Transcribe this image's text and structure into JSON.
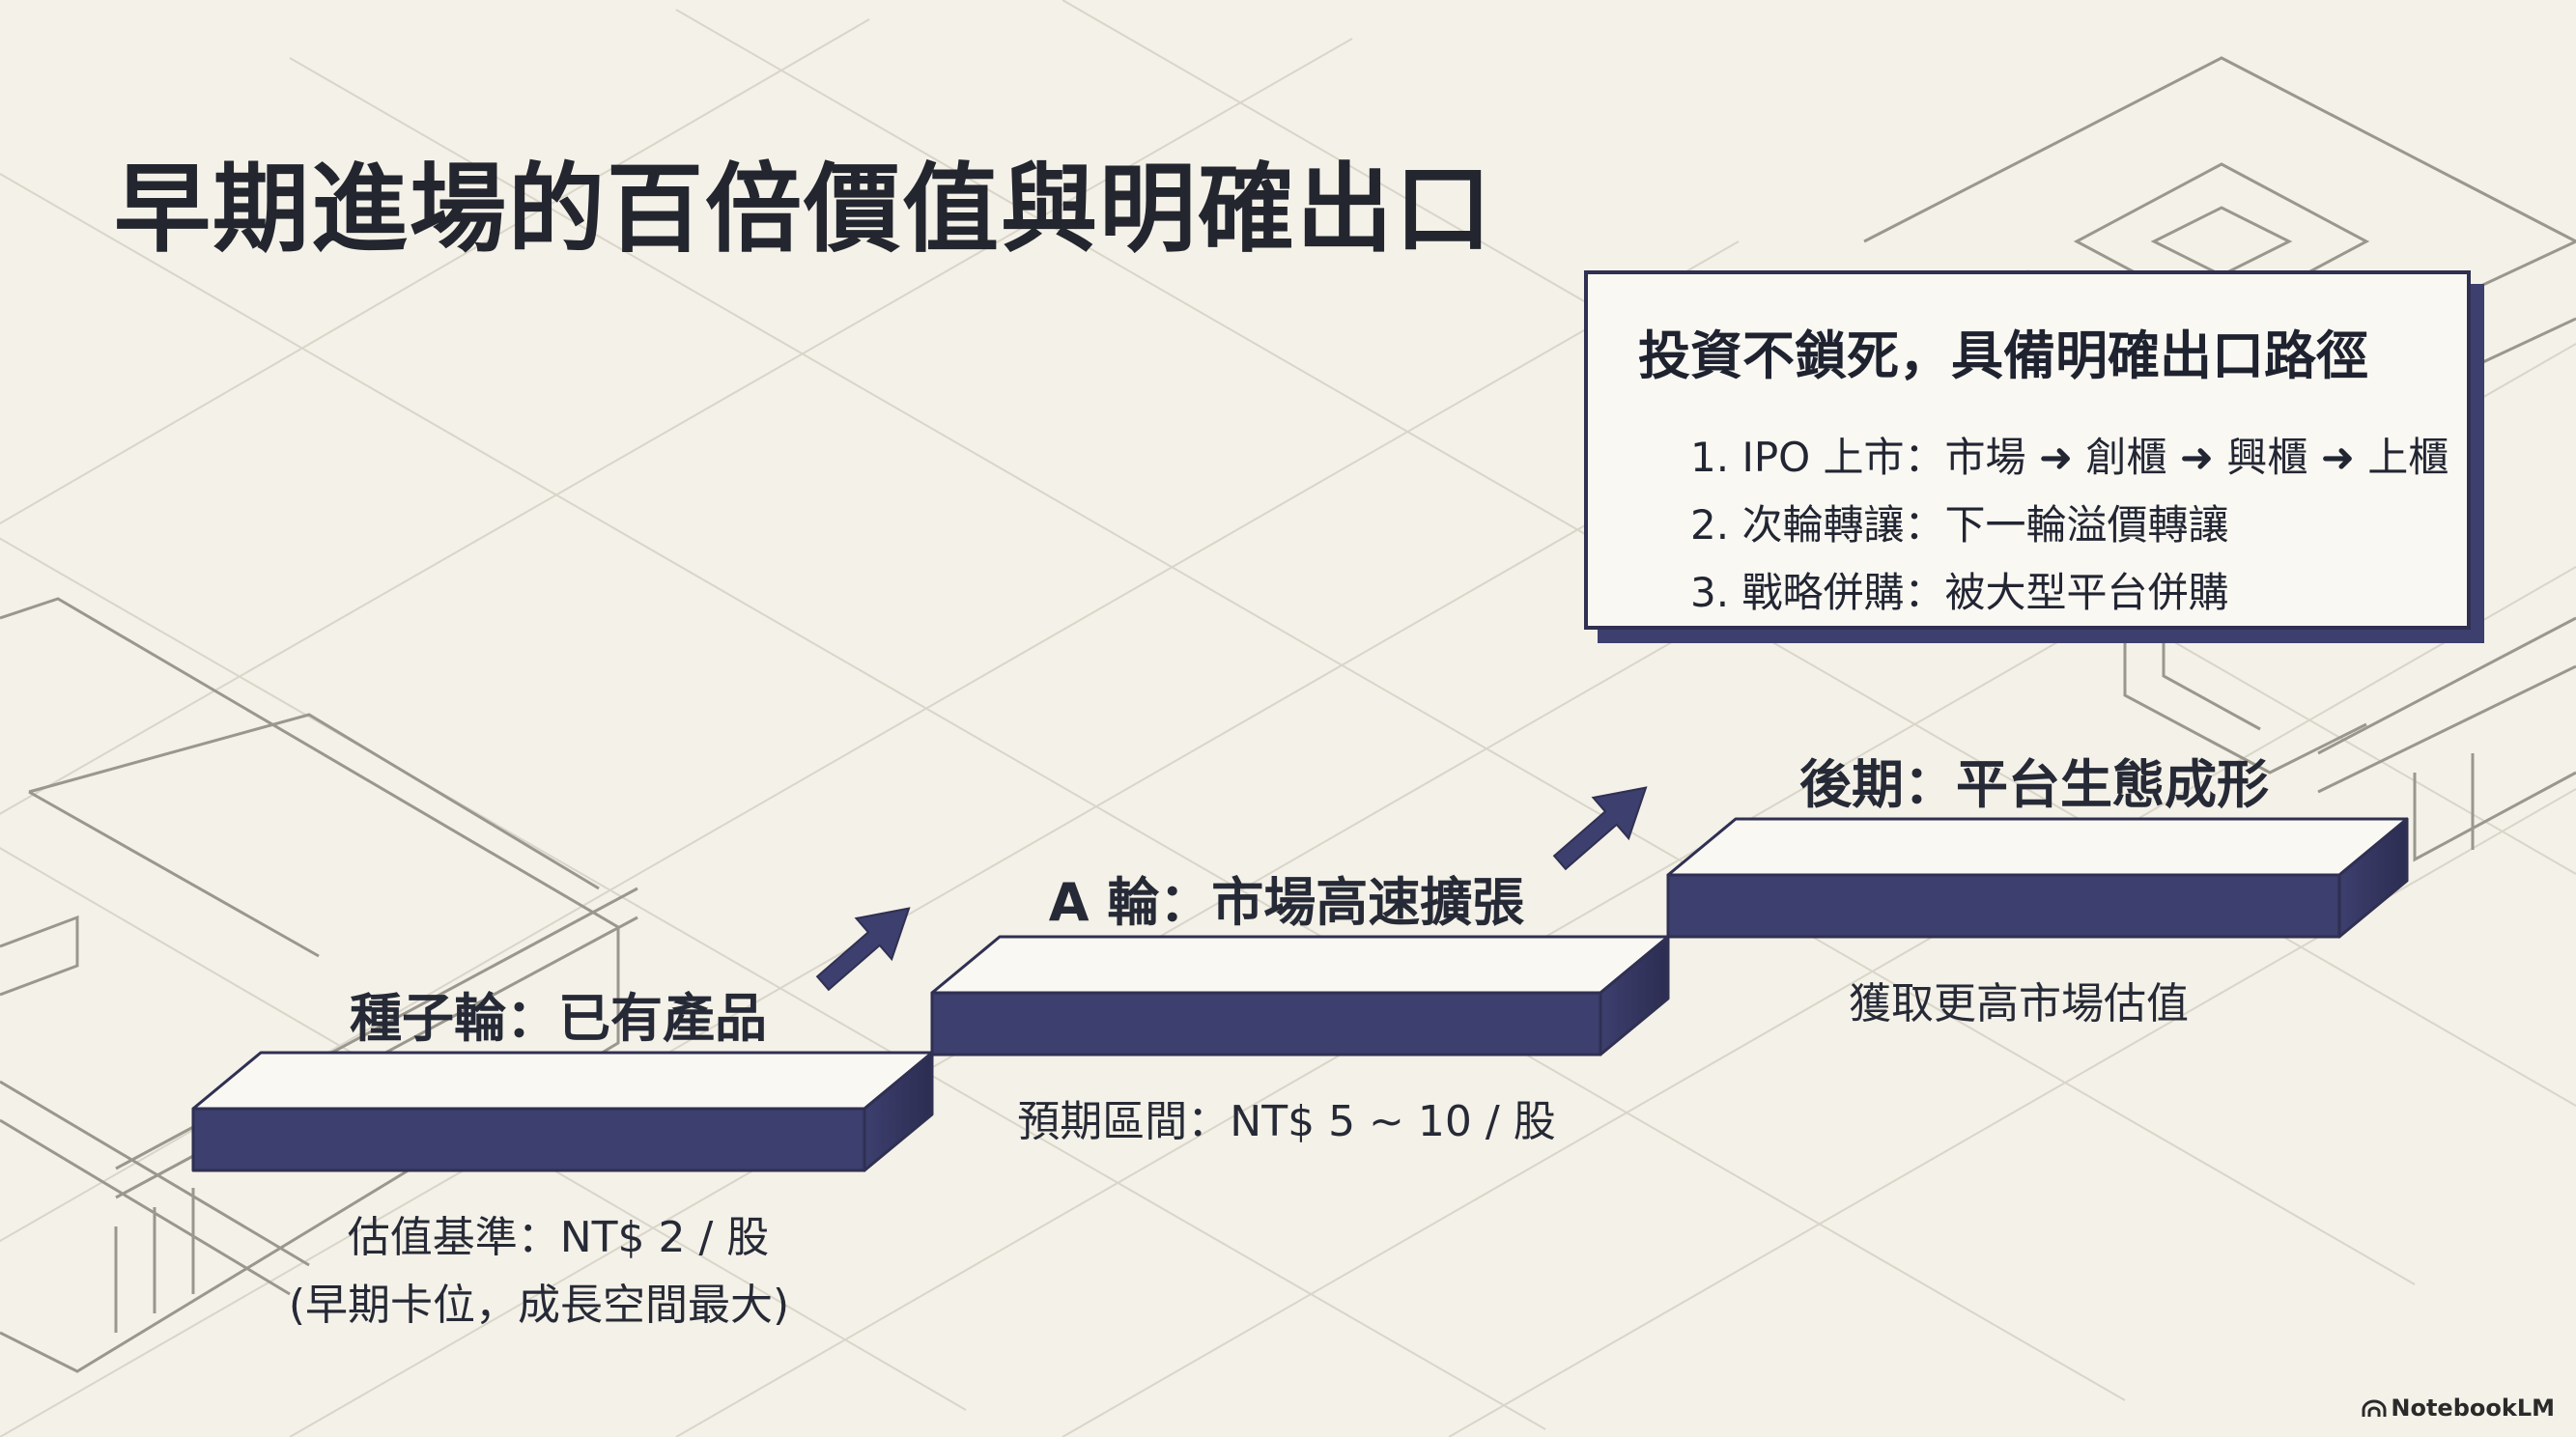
{
  "title": "早期進場的百倍價值與明確出口",
  "exit_card": {
    "heading": "投資不鎖死，具備明確出口路徑",
    "items": [
      {
        "num": "1.",
        "text": "IPO 上市：市場 ➜ 創櫃 ➜ 興櫃 ➜ 上櫃"
      },
      {
        "num": "2.",
        "text": "次輪轉讓：下一輪溢價轉讓"
      },
      {
        "num": "3.",
        "text": "戰略併購：被大型平台併購"
      }
    ]
  },
  "stages": [
    {
      "title": "種子輪：已有產品",
      "note_1": "估值基準：NT$ 2 / 股",
      "note_2": "(早期卡位，成長空間最大)"
    },
    {
      "title": "A 輪：市場高速擴張",
      "note_1": "預期區間：NT$ 5 ~ 10 / 股"
    },
    {
      "title": "後期：平台生態成形",
      "note_1": "獲取更高市場估值"
    }
  ],
  "icons": [
    "arrow-up-right-icon",
    "notebooklm-logo-icon"
  ],
  "colors": {
    "background": "#f4f1e8",
    "step_front": "#3d3f6e",
    "step_top": "#faf8f2",
    "outline": "#2f3052"
  },
  "brand": "NotebookLM"
}
